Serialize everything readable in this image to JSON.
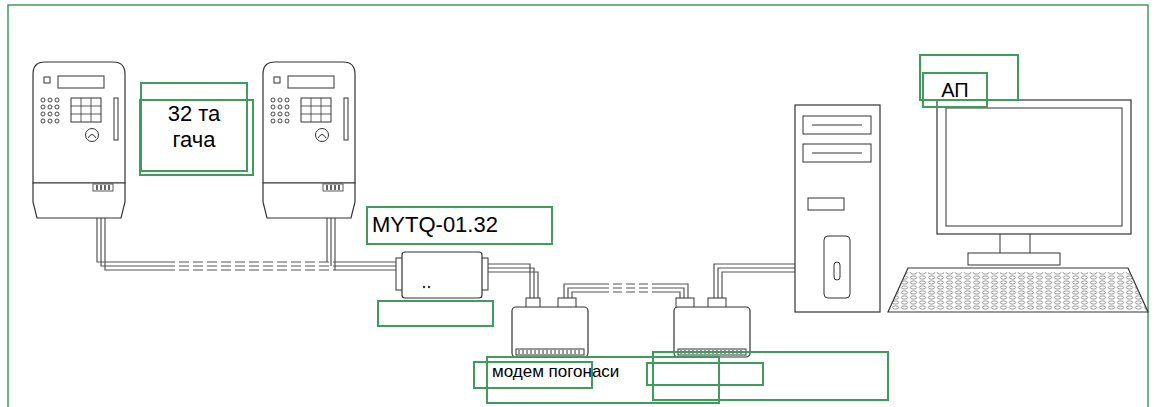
{
  "diagram": {
    "nodes": [
      {
        "text": [
          "32 та гача"
        ]
      },
      {
        "text": [
          "АП"
        ]
      },
      {
        "text": [
          "MYTQ-01.32"
        ]
      },
      {
        "text": [
          "модем погонаси"
        ]
      }
    ]
  }
}
